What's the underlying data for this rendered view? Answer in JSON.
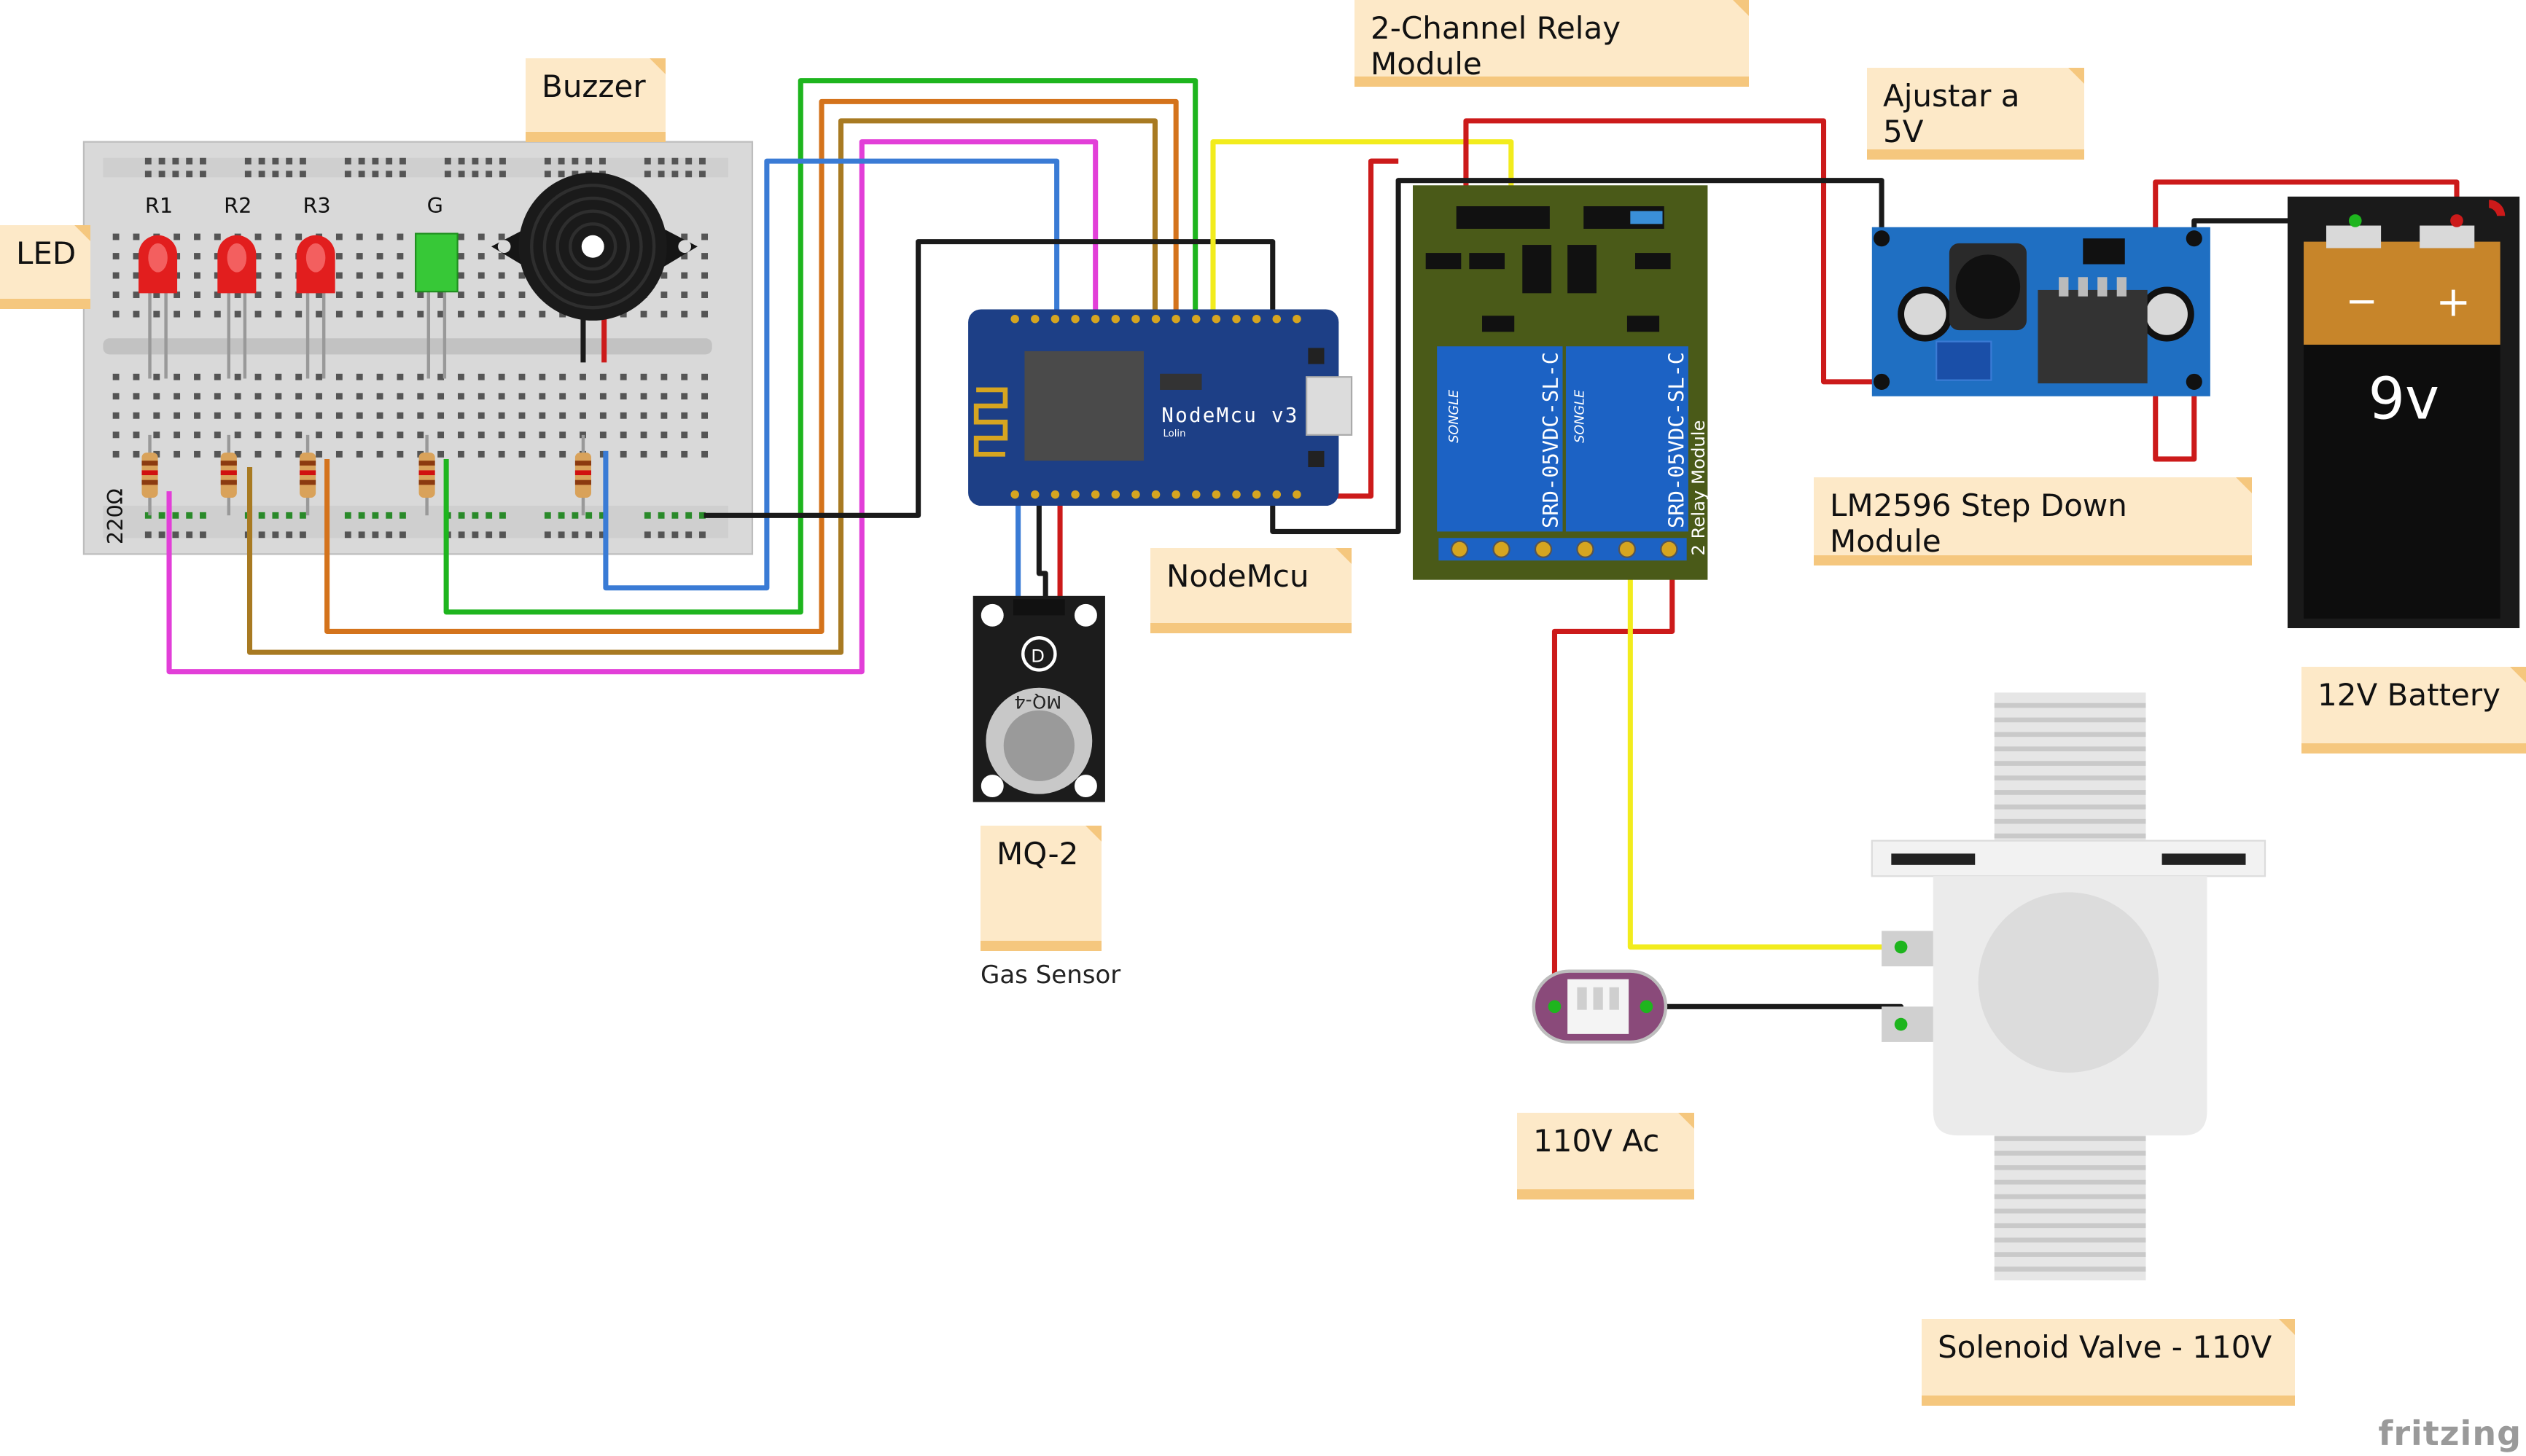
{
  "labels": {
    "relay_module": "2-Channel Relay Module",
    "ajustar": "Ajustar a 5V",
    "buzzer": "Buzzer",
    "led": "LED",
    "nodemcu": "NodeMcu",
    "mq2": "MQ-2",
    "gas_sensor": "Gas Sensor",
    "step_down": "LM2596 Step Down Module",
    "battery_12v": "12V Battery",
    "ac_110v": "110V Ac",
    "solenoid": "Solenoid Valve - 110V"
  },
  "breadboard": {
    "led_labels": [
      "R1",
      "R2",
      "R3",
      "G"
    ],
    "resistor_value": "220Ω"
  },
  "nodemcu_board": {
    "title": "NodeMcu v3",
    "subtitle": "Lolin"
  },
  "sensor_board": {
    "model": "MQ-4"
  },
  "relay_board": {
    "relay_text_1": "SRD-05VDC-SL-C",
    "relay_text_2": "SRD-05VDC-SL-C",
    "relay_brand": "SONGLE",
    "side_text": "2 Relay Module"
  },
  "battery": {
    "label": "9v",
    "minus": "−",
    "plus": "+"
  },
  "footer": {
    "brand": "fritzing"
  },
  "colors": {
    "note_bg": "#fde9c8",
    "note_shadow": "#f5c77e",
    "wire_blue": "#3a7bd5",
    "wire_green": "#1eb51e",
    "wire_orange": "#d4731c",
    "wire_olive": "#a87a22",
    "wire_magenta": "#e23fd8",
    "wire_yellow": "#f2ec1d",
    "wire_red": "#cc1a1a",
    "wire_black": "#1a1a1a",
    "relay_board": "#4a5a18",
    "nodemcu_board": "#1d3f86",
    "stepdown_board": "#1f6fc2"
  }
}
